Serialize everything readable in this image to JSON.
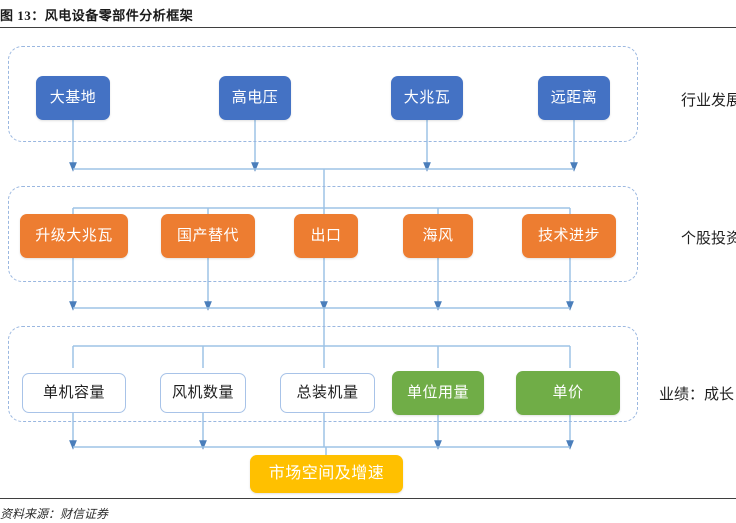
{
  "figure": {
    "title": "图 13：风电设备零部件分析框架",
    "source": "资料来源：财信证券"
  },
  "colors": {
    "blue": "#4472C4",
    "orange": "#ED7D31",
    "green": "#70AD47",
    "yellow": "#FFC000",
    "white_box_border": "#A8C3E8",
    "connector": "#9DC3E6",
    "group_border": "#9AB7E0"
  },
  "rows": {
    "drivers": {
      "side_label": "行业发展",
      "nodes": [
        {
          "label": "大基地"
        },
        {
          "label": "高电压"
        },
        {
          "label": "大兆瓦"
        },
        {
          "label": "远距离"
        }
      ]
    },
    "logic": {
      "side_label": "个股投资",
      "nodes": [
        {
          "label": "升级大兆瓦"
        },
        {
          "label": "国产替代"
        },
        {
          "label": "出口"
        },
        {
          "label": "海风"
        },
        {
          "label": "技术进步"
        }
      ]
    },
    "metrics": {
      "side_label": "业绩：成长",
      "nodes": [
        {
          "label": "单机容量",
          "style": "white"
        },
        {
          "label": "风机数量",
          "style": "white"
        },
        {
          "label": "总装机量",
          "style": "white"
        },
        {
          "label": "单位用量",
          "style": "green"
        },
        {
          "label": "单价",
          "style": "green"
        }
      ]
    },
    "outcome": {
      "node": {
        "label": "市场空间及增速"
      }
    }
  }
}
